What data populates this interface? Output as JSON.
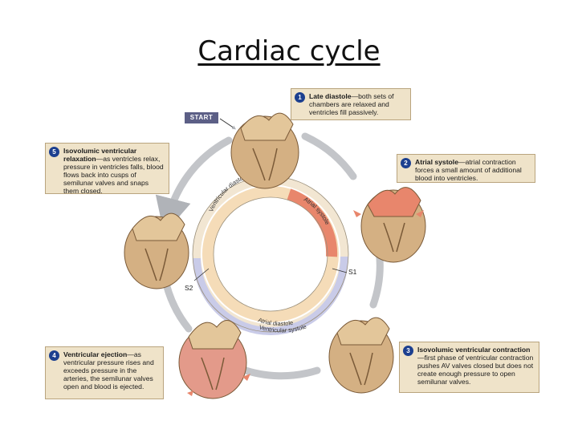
{
  "title": "Cardiac cycle",
  "start_label": "START",
  "steps": [
    {
      "number": "1",
      "heading": "Late diastole",
      "text": "—both sets of chambers are relaxed and ventricles fill passively."
    },
    {
      "number": "2",
      "heading": "Atrial systole",
      "text": "—atrial contraction forces a small amount of additional blood into ventricles."
    },
    {
      "number": "3",
      "heading": "Isovolumic ventricular contraction",
      "text": "—first phase of ventricular contraction pushes AV valves closed but does not create enough pressure to open semilunar valves."
    },
    {
      "number": "4",
      "heading": "Ventricular ejection",
      "text": "—as ventricular pressure rises and exceeds pressure in the arteries, the semilunar valves open and blood is ejected."
    },
    {
      "number": "5",
      "heading": "Isovolumic ventricular relaxation",
      "text": "—as ventricles relax, pressure in ventricles falls, blood flows back into cusps of semilunar valves and snaps them closed."
    }
  ],
  "ring": {
    "ventricular_diastole": "Ventricular diastole",
    "atrial_systole": "Atrial systole",
    "atrial_diastole": "Atrial diastole",
    "ventricular_systole": "Ventricular systole",
    "s1": "S1",
    "s2": "S2"
  },
  "colors": {
    "box_fill": "#efe3c9",
    "number_badge": "#1c3f8f",
    "atrial_systole": "#e8866c",
    "ventricular_systole": "#c9cbe8",
    "diastole": "#f5dcb8"
  }
}
